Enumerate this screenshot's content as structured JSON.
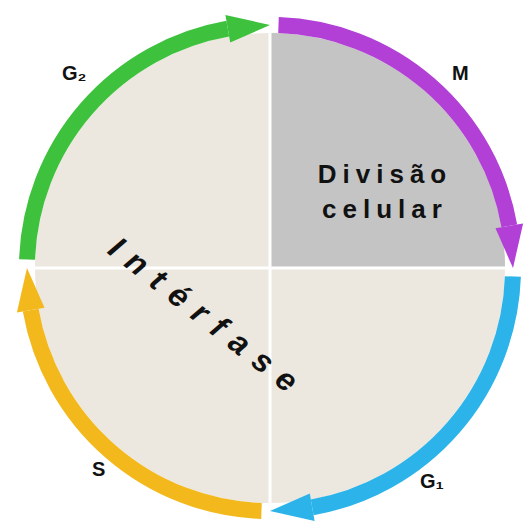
{
  "diagram": {
    "nodes": [
      {
        "text": [
          "Divisão celular"
        ]
      },
      {
        "text": [
          "Intérfase"
        ]
      }
    ],
    "labels": [
      "G₂",
      "M",
      "G₁",
      "S"
    ]
  }
}
